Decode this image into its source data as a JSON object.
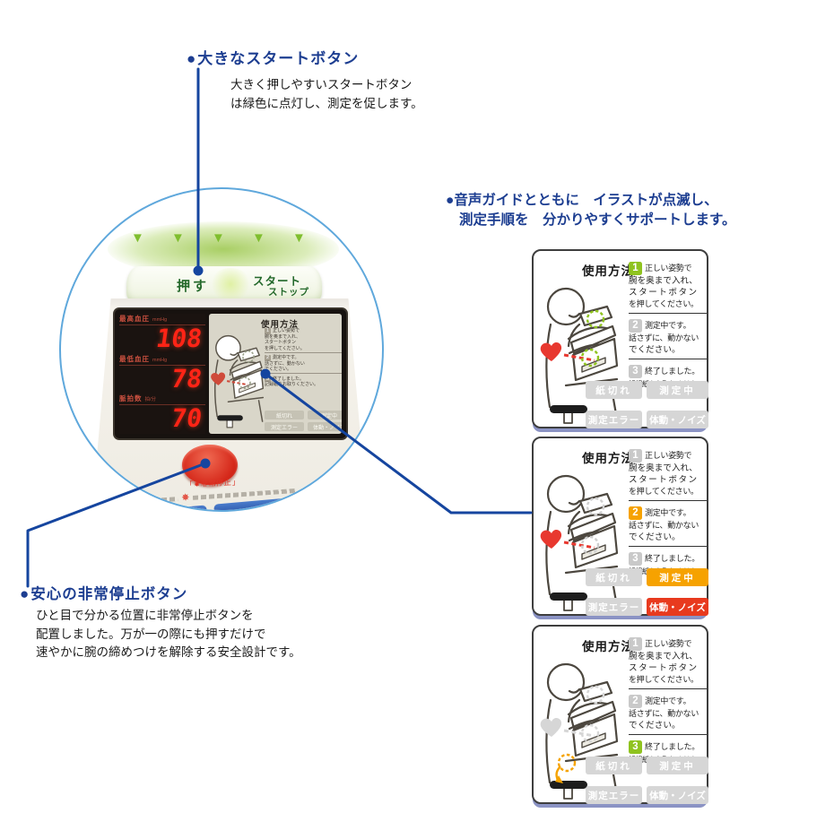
{
  "colors": {
    "heading_blue": "#1d3e91",
    "leader_blue": "#15459f",
    "circle_blue": "#5fa8dc",
    "active_green": "#8fc31f",
    "active_orange": "#f6a200",
    "alert_red": "#e83a1e",
    "led_red": "#ff2416",
    "button_red": "#d5281a",
    "glow_green": "#a4cc5c"
  },
  "icons": {
    "down_triangle": "▼",
    "sunburst": "✸",
    "bullet": "●"
  },
  "annotations": {
    "start_button": {
      "title": "大きなスタートボタン",
      "body_lines": [
        "大きく押しやすいスタートボタン",
        "は緑色に点灯し、測定を促します。"
      ]
    },
    "voice_guide": {
      "title_lines": [
        "音声ガイドとともに　イラストが点滅し、",
        "測定手順を　分かりやすくサポートします。"
      ]
    },
    "emergency": {
      "title": "安心の非常停止ボタン",
      "body_lines": [
        "ひと目で分かる位置に非常停止ボタンを",
        "配置しました。万が一の際にも押すだけで",
        "速やかに腕の締めつけを解除する安全設計です。"
      ]
    }
  },
  "device": {
    "top_bar": {
      "push_label": "押す",
      "start_label": "スタート",
      "stop_label": "ストップ"
    },
    "led_panel": {
      "rows": [
        {
          "label": "最高血圧",
          "unit": "mmHg",
          "value": "108"
        },
        {
          "label": "最低血圧",
          "unit": "mmHg",
          "value": "78"
        },
        {
          "label": "脈拍数",
          "unit": "拍/分",
          "value": "70"
        }
      ]
    },
    "screen_title": "使用方法",
    "emergency_caption": {
      "open": "「",
      "text": "非常停止",
      "close": "」"
    }
  },
  "instruction_panels": {
    "title": "使用方法",
    "steps": [
      {
        "num": "1",
        "lines": [
          "正しい姿勢で",
          "腕を奥まで入れ、",
          "スタートボタン",
          "を押してください。"
        ]
      },
      {
        "num": "2",
        "lines": [
          "測定中です。",
          "話さずに、動かない",
          "でください。"
        ]
      },
      {
        "num": "3",
        "lines": [
          "終了しました。",
          "記録紙をお取りください。"
        ]
      }
    ],
    "badges": [
      "紙切れ",
      "測定中",
      "測定エラー",
      "体動・ノイズ"
    ],
    "panels": [
      {
        "step_states": [
          "green",
          "off",
          "off"
        ],
        "badge_states": [
          "off",
          "off",
          "off",
          "off"
        ],
        "illustration": "step1"
      },
      {
        "step_states": [
          "off",
          "orange",
          "off"
        ],
        "badge_states": [
          "off",
          "on-orange",
          "off",
          "on-red"
        ],
        "illustration": "step2"
      },
      {
        "step_states": [
          "off",
          "off",
          "green"
        ],
        "badge_states": [
          "off",
          "off",
          "off",
          "off"
        ],
        "illustration": "step3"
      }
    ]
  }
}
